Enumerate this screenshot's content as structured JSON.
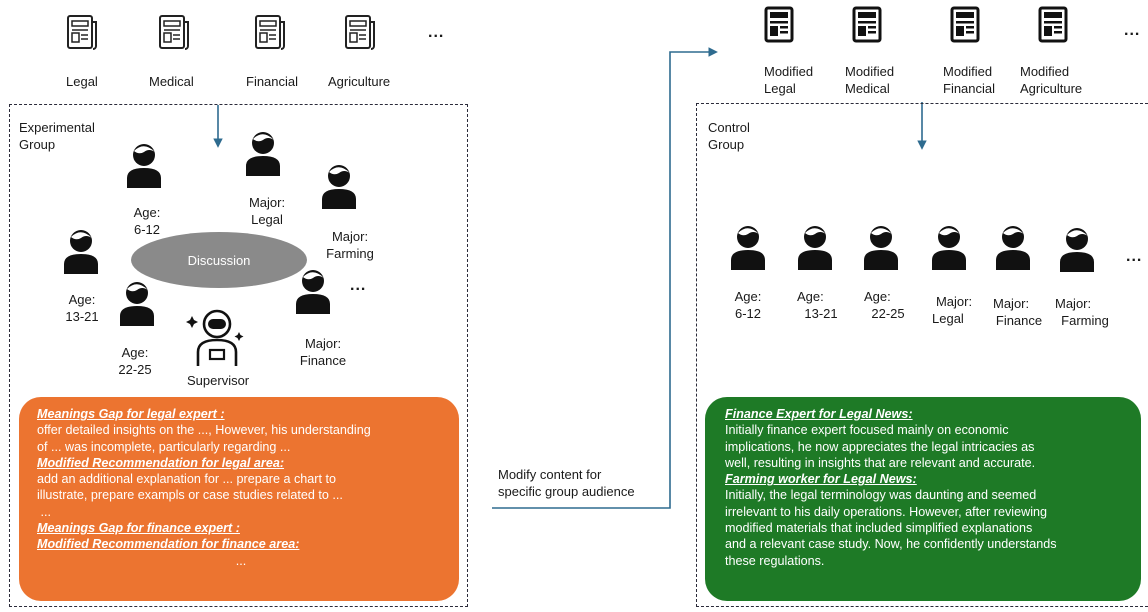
{
  "left_docs": {
    "labels": [
      "Legal",
      "Medical",
      "Financial",
      "Agriculture"
    ],
    "more": "..."
  },
  "right_docs": {
    "labels": [
      [
        "Modified",
        "Legal"
      ],
      [
        "Modified",
        "Medical"
      ],
      [
        "Modified",
        "Financial"
      ],
      [
        "Modified",
        "Agriculture"
      ]
    ],
    "more": "..."
  },
  "experimental": {
    "title": [
      "Experimental",
      "Group"
    ],
    "discussion": "Discussion",
    "people": [
      {
        "lines": [
          "Age:",
          "6-12"
        ]
      },
      {
        "lines": [
          "Major:",
          "Legal"
        ]
      },
      {
        "lines": [
          "Major:",
          "Farming"
        ]
      },
      {
        "lines": [
          "Age:",
          "13-21"
        ]
      },
      {
        "lines": [
          "Age:",
          "22-25"
        ]
      },
      {
        "lines": [
          "Major:",
          "Finance"
        ]
      }
    ],
    "more": "...",
    "supervisor": "Supervisor",
    "card": [
      {
        "kind": "h",
        "text": "Meanings Gap for legal  expert :"
      },
      {
        "kind": "t",
        "text": "offer detailed insights on the ..., However, his understanding"
      },
      {
        "kind": "t",
        "text": "of ... was incomplete, particularly regarding ..."
      },
      {
        "kind": "h",
        "text": "Modified Recommendation for legal area:"
      },
      {
        "kind": "t",
        "text": "add an additional explanation for ... prepare a chart to"
      },
      {
        "kind": "t",
        "text": "illustrate, prepare exampls or case studies related to ..."
      },
      {
        "kind": "t",
        "text": " ..."
      },
      {
        "kind": "h",
        "text": "Meanings Gap for finance expert :"
      },
      {
        "kind": "h",
        "text": "Modified Recommendation for finance area:"
      },
      {
        "kind": "c",
        "text": "..."
      }
    ]
  },
  "middle_label": [
    "Modify content for",
    "specific group audience"
  ],
  "control": {
    "title": [
      "Control",
      "Group"
    ],
    "people": [
      {
        "lines": [
          "Age:",
          "6-12"
        ]
      },
      {
        "lines": [
          "Age:",
          "13-21"
        ]
      },
      {
        "lines": [
          "Age:",
          "22-25"
        ]
      },
      {
        "lines": [
          "Major:",
          "Legal"
        ]
      },
      {
        "lines": [
          "Major:",
          "Finance"
        ]
      },
      {
        "lines": [
          "Major:",
          "Farming"
        ]
      }
    ],
    "more": "...",
    "card": [
      {
        "kind": "h",
        "text": "Finance Expert for Legal News:"
      },
      {
        "kind": "t",
        "text": "Initially finance expert focused mainly on economic"
      },
      {
        "kind": "t",
        "text": "implications, he now appreciates the legal intricacies as"
      },
      {
        "kind": "t",
        "text": "well, resulting in insights that are relevant and accurate."
      },
      {
        "kind": "h",
        "text": "Farming worker for Legal News:"
      },
      {
        "kind": "t",
        "text": "Initially, the legal terminology was daunting and seemed"
      },
      {
        "kind": "t",
        "text": "irrelevant to his daily operations. However, after reviewing"
      },
      {
        "kind": "t",
        "text": "modified materials that included simplified explanations"
      },
      {
        "kind": "t",
        "text": "and a relevant case study. Now, he confidently understands"
      },
      {
        "kind": "t",
        "text": "these regulations."
      }
    ]
  },
  "colors": {
    "arrow": "#2e6b8f",
    "orange": "#ec7430",
    "green": "#1e7a26",
    "discussion": "#8a8a8a"
  }
}
